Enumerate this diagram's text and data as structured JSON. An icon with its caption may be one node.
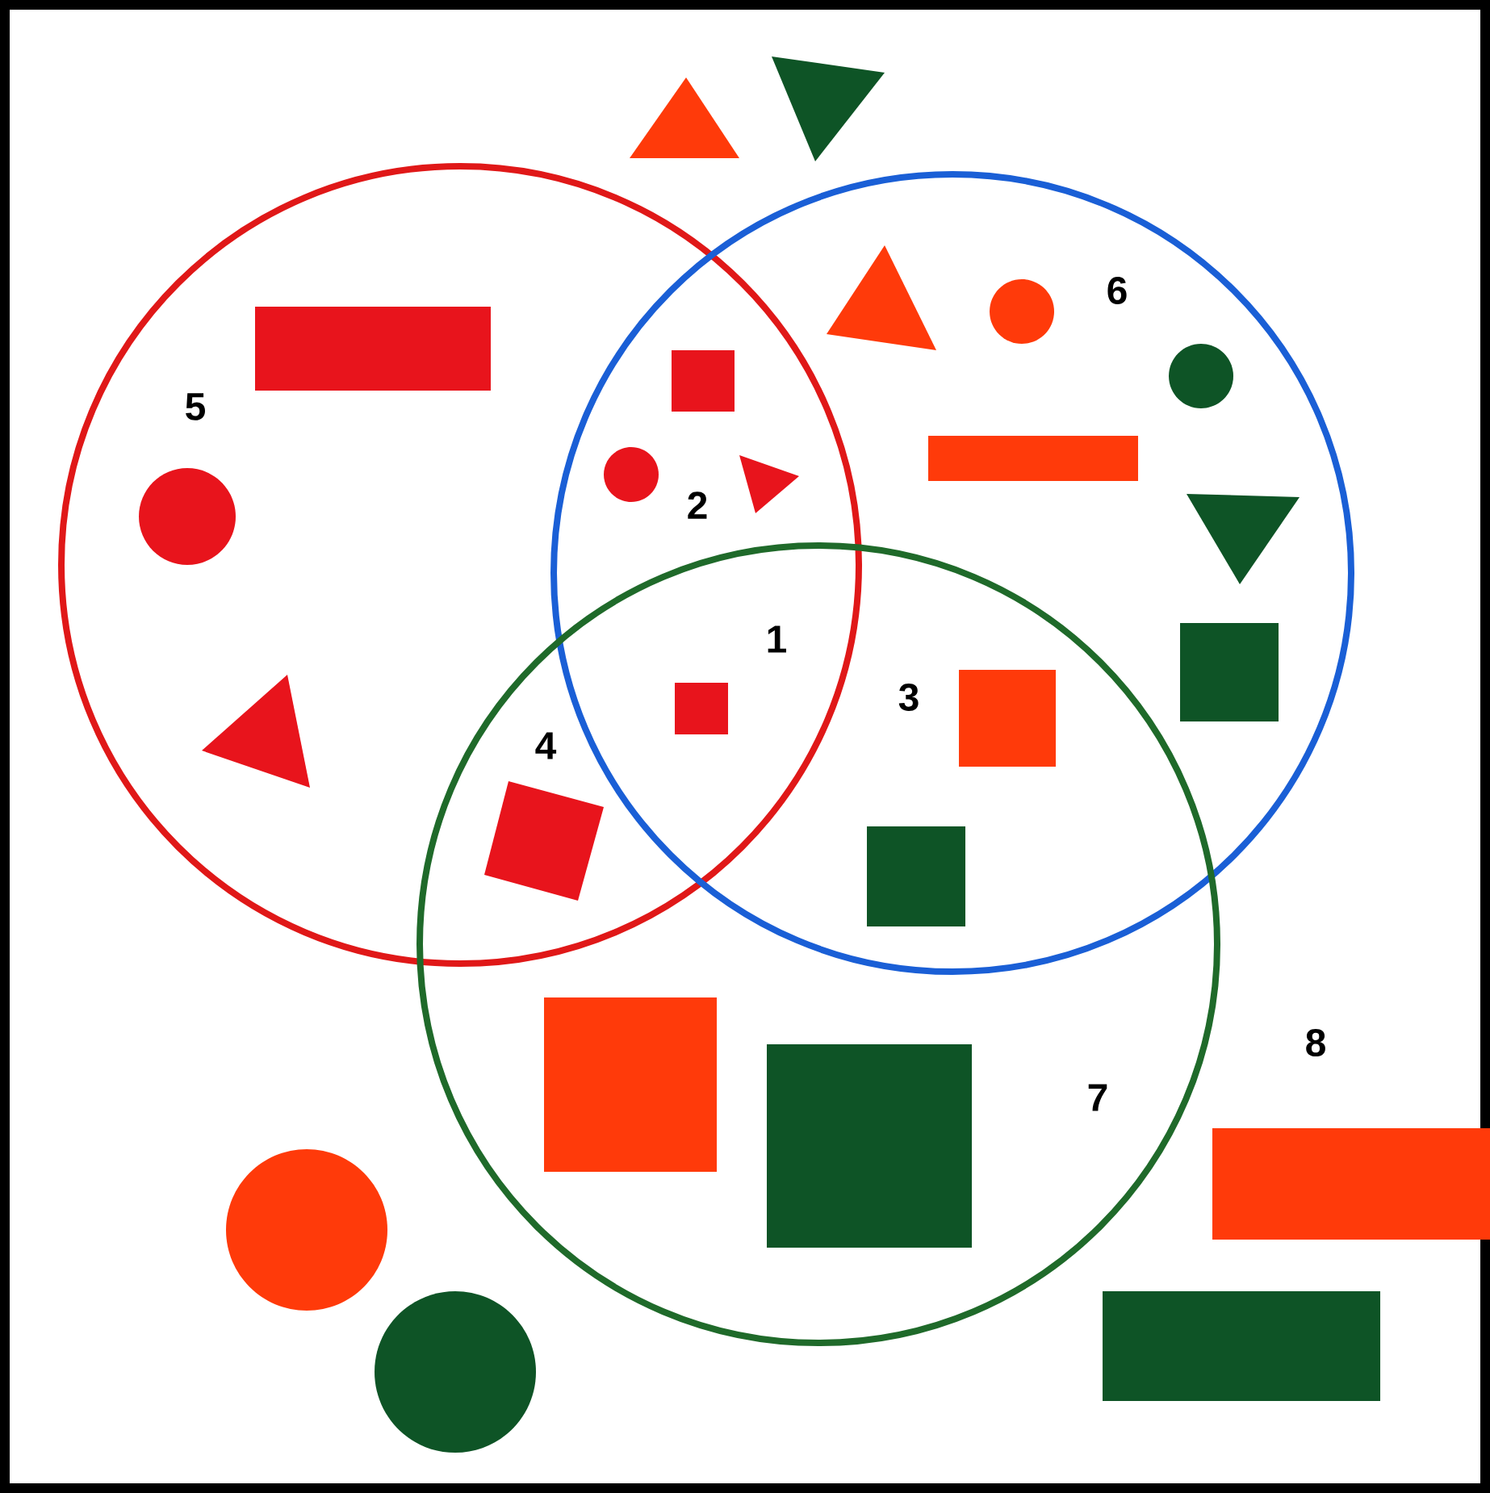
{
  "diagram": {
    "labels": [
      "6",
      "5",
      "2",
      "1",
      "3",
      "4",
      "8",
      "7"
    ]
  }
}
